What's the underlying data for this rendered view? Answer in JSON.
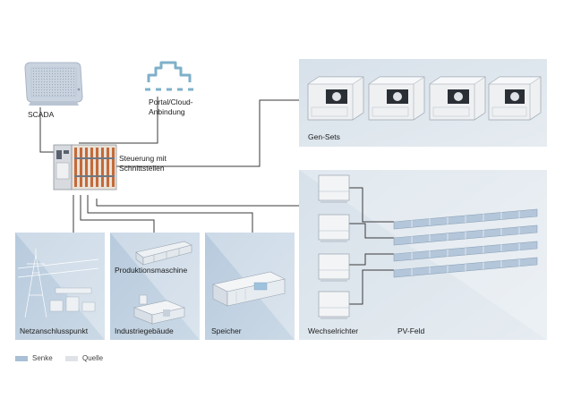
{
  "labels": {
    "scada": "SCADA",
    "portal_line1": "Portal/Cloud-",
    "portal_line2": "Anbindung",
    "gensets": "Gen-Sets",
    "steuerung_line1": "Steuerung mit",
    "steuerung_line2": "Schnittstellen",
    "netzanschluss": "Netzanschlusspunkt",
    "produktionsmaschine": "Produktionsmaschine",
    "industriegebaeude": "Industriegebäude",
    "speicher": "Speicher",
    "wechselrichter": "Wechselrichter",
    "pv_feld": "PV-Feld"
  },
  "legend": [
    {
      "label": "Senke",
      "color": "#a9c0d6"
    },
    {
      "label": "Quelle",
      "color": "#dfe3e7"
    }
  ],
  "colors": {
    "senke_panel": "#c3d3e2",
    "quelle_panel": "#dde6ee",
    "line": "#3a3a3a",
    "portal_icon": "#7fb0c9"
  }
}
